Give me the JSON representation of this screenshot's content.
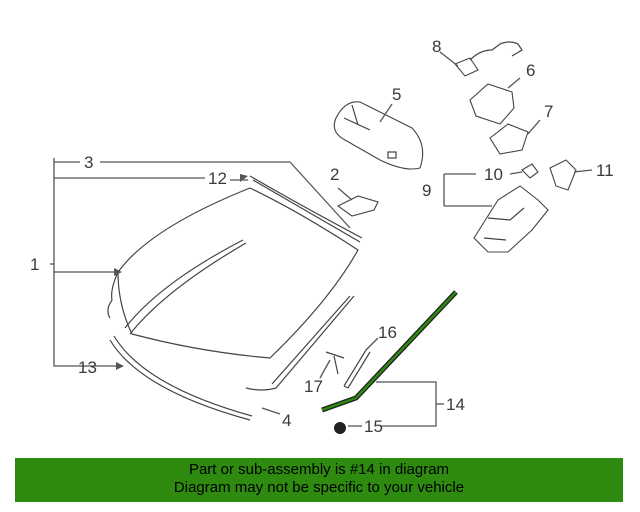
{
  "callouts": {
    "c1": "1",
    "c2": "2",
    "c3": "3",
    "c4": "4",
    "c5": "5",
    "c6": "6",
    "c7": "7",
    "c8": "8",
    "c9": "9",
    "c10": "10",
    "c11": "11",
    "c12": "12",
    "c13": "13",
    "c14": "14",
    "c15": "15",
    "c16": "16",
    "c17": "17"
  },
  "highlight_color": "#2e8b10",
  "banner": {
    "line1": "Part or sub-assembly is #14 in diagram",
    "line2": "Diagram may not be specific to your vehicle"
  }
}
